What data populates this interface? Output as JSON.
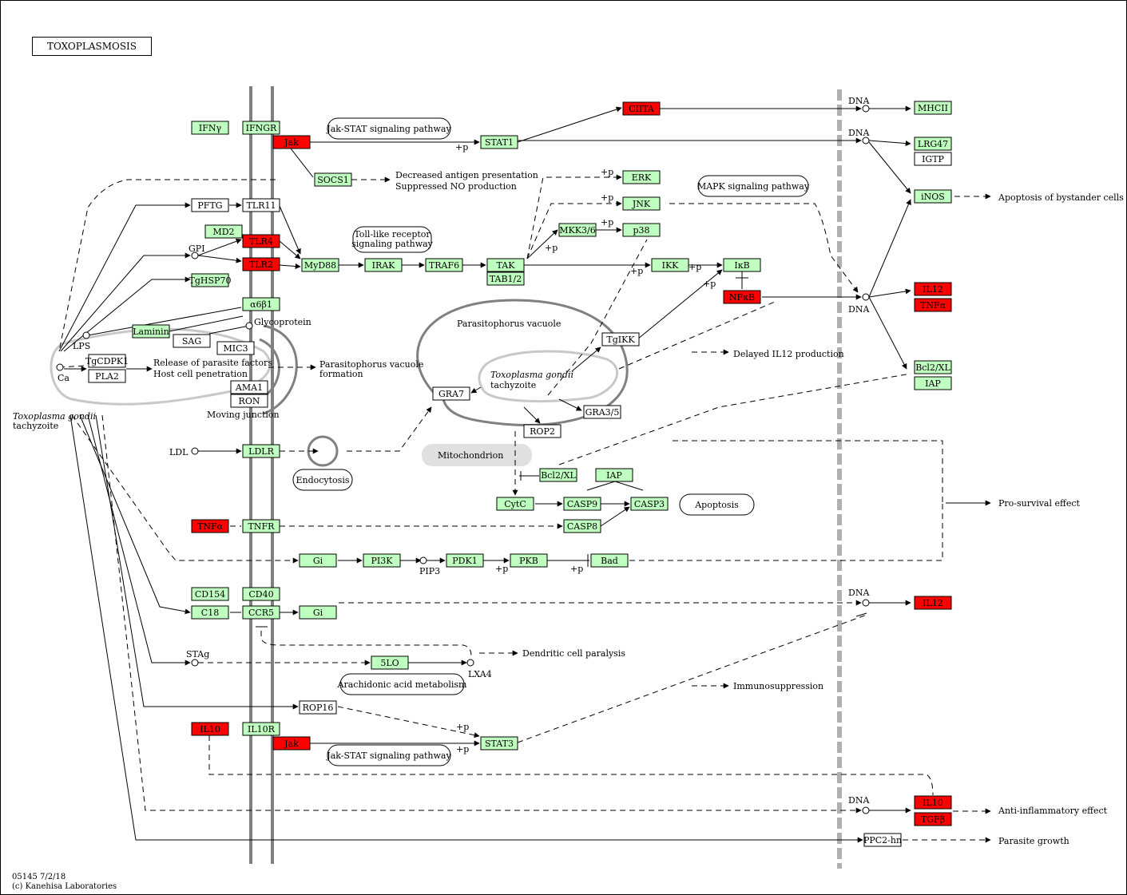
{
  "title": "TOXOPLASMOSIS",
  "footer": {
    "id": "05145 7/2/18",
    "copyright": "(c) Kanehisa Laboratories"
  },
  "colors": {
    "up": "#ff0000",
    "normal": "#bfffbf",
    "none": "#ffffff",
    "line": "#000000",
    "membrane": "#808080"
  },
  "genes": [
    {
      "id": "ifng",
      "label": "IFNγ",
      "state": "normal"
    },
    {
      "id": "ifngr",
      "label": "IFNGR",
      "state": "normal"
    },
    {
      "id": "jak1",
      "label": "Jak",
      "state": "up"
    },
    {
      "id": "stat1",
      "label": "STAT1",
      "state": "normal"
    },
    {
      "id": "ciita",
      "label": "CIITA",
      "state": "up"
    },
    {
      "id": "mhcii",
      "label": "MHCII",
      "state": "normal"
    },
    {
      "id": "lrg47",
      "label": "LRG47",
      "state": "normal"
    },
    {
      "id": "igtp",
      "label": "IGTP",
      "state": "none"
    },
    {
      "id": "inos",
      "label": "iNOS",
      "state": "normal"
    },
    {
      "id": "socs1",
      "label": "SOCS1",
      "state": "normal"
    },
    {
      "id": "pftg",
      "label": "PFTG",
      "state": "none"
    },
    {
      "id": "tlr11",
      "label": "TLR11",
      "state": "none"
    },
    {
      "id": "md2",
      "label": "MD2",
      "state": "normal"
    },
    {
      "id": "tlr4",
      "label": "TLR4",
      "state": "up"
    },
    {
      "id": "tlr2",
      "label": "TLR2",
      "state": "up"
    },
    {
      "id": "tghsp70",
      "label": "TgHSP70",
      "state": "normal"
    },
    {
      "id": "myd88",
      "label": "MyD88",
      "state": "normal"
    },
    {
      "id": "irak",
      "label": "IRAK",
      "state": "normal"
    },
    {
      "id": "traf6",
      "label": "TRAF6",
      "state": "normal"
    },
    {
      "id": "tak",
      "label": "TAK",
      "state": "normal"
    },
    {
      "id": "tab12",
      "label": "TAB1/2",
      "state": "normal"
    },
    {
      "id": "erk",
      "label": "ERK",
      "state": "normal"
    },
    {
      "id": "jnk",
      "label": "JNK",
      "state": "normal"
    },
    {
      "id": "mkk36",
      "label": "MKK3/6",
      "state": "normal"
    },
    {
      "id": "p38",
      "label": "p38",
      "state": "normal"
    },
    {
      "id": "ikk",
      "label": "IKK",
      "state": "normal"
    },
    {
      "id": "ikb",
      "label": "IκB",
      "state": "normal"
    },
    {
      "id": "nfkb",
      "label": "NFκB",
      "state": "up"
    },
    {
      "id": "il12a",
      "label": "IL12",
      "state": "up"
    },
    {
      "id": "tnfa_out",
      "label": "TNFα",
      "state": "up"
    },
    {
      "id": "bcl2xl_r",
      "label": "Bcl2/XL",
      "state": "normal"
    },
    {
      "id": "iap_r",
      "label": "IAP",
      "state": "normal"
    },
    {
      "id": "a6b1",
      "label": "α6β1",
      "state": "normal"
    },
    {
      "id": "laminin",
      "label": "Laminin",
      "state": "normal"
    },
    {
      "id": "sag",
      "label": "SAG",
      "state": "none"
    },
    {
      "id": "mic3",
      "label": "MIC3",
      "state": "none"
    },
    {
      "id": "tgcdpk1",
      "label": "TgCDPK1",
      "state": "none"
    },
    {
      "id": "pla2",
      "label": "PLA2",
      "state": "none"
    },
    {
      "id": "ama1",
      "label": "AMA1",
      "state": "none"
    },
    {
      "id": "ron",
      "label": "RON",
      "state": "none"
    },
    {
      "id": "tgikk",
      "label": "TgIKK",
      "state": "none"
    },
    {
      "id": "gra7",
      "label": "GRA7",
      "state": "none"
    },
    {
      "id": "gra35",
      "label": "GRA3/5",
      "state": "none"
    },
    {
      "id": "rop2",
      "label": "ROP2",
      "state": "none"
    },
    {
      "id": "ldlr",
      "label": "LDLR",
      "state": "normal"
    },
    {
      "id": "bcl2xl_m",
      "label": "Bcl2/XL",
      "state": "normal"
    },
    {
      "id": "iap_m",
      "label": "IAP",
      "state": "normal"
    },
    {
      "id": "cytc",
      "label": "CytC",
      "state": "normal"
    },
    {
      "id": "casp9",
      "label": "CASP9",
      "state": "normal"
    },
    {
      "id": "casp3",
      "label": "CASP3",
      "state": "normal"
    },
    {
      "id": "tnfa_in",
      "label": "TNFα",
      "state": "up"
    },
    {
      "id": "tnfr",
      "label": "TNFR",
      "state": "normal"
    },
    {
      "id": "casp8",
      "label": "CASP8",
      "state": "normal"
    },
    {
      "id": "gi1",
      "label": "Gi",
      "state": "normal"
    },
    {
      "id": "pi3k",
      "label": "PI3K",
      "state": "normal"
    },
    {
      "id": "pdk1",
      "label": "PDK1",
      "state": "normal"
    },
    {
      "id": "pkb",
      "label": "PKB",
      "state": "normal"
    },
    {
      "id": "bad",
      "label": "Bad",
      "state": "normal"
    },
    {
      "id": "cd154",
      "label": "CD154",
      "state": "normal"
    },
    {
      "id": "cd40",
      "label": "CD40",
      "state": "normal"
    },
    {
      "id": "il12b",
      "label": "IL12",
      "state": "up"
    },
    {
      "id": "c18",
      "label": "C18",
      "state": "normal"
    },
    {
      "id": "ccr5",
      "label": "CCR5",
      "state": "normal"
    },
    {
      "id": "gi2",
      "label": "Gi",
      "state": "normal"
    },
    {
      "id": "lo5",
      "label": "5LO",
      "state": "normal"
    },
    {
      "id": "rop16",
      "label": "ROP16",
      "state": "none"
    },
    {
      "id": "il10",
      "label": "IL10",
      "state": "up"
    },
    {
      "id": "il10r",
      "label": "IL10R",
      "state": "normal"
    },
    {
      "id": "jak2",
      "label": "Jak",
      "state": "up"
    },
    {
      "id": "stat3",
      "label": "STAT3",
      "state": "normal"
    },
    {
      "id": "il10out",
      "label": "IL10",
      "state": "up"
    },
    {
      "id": "tgfb",
      "label": "TGFβ",
      "state": "up"
    },
    {
      "id": "ppc2",
      "label": "PPC2-hn",
      "state": "none"
    }
  ],
  "pathway_links": [
    {
      "id": "jakstat1",
      "label": "Jak-STAT signaling pathway"
    },
    {
      "id": "mapk",
      "label": "MAPK signaling pathway"
    },
    {
      "id": "tlr",
      "label": "Toll-like receptor\nsignaling pathway"
    },
    {
      "id": "endocytosis",
      "label": "Endocytosis"
    },
    {
      "id": "apoptosis",
      "label": "Apoptosis"
    },
    {
      "id": "arach",
      "label": "Arachidonic acid  metabolism"
    },
    {
      "id": "jakstat2",
      "label": "Jak-STAT signaling pathway"
    }
  ],
  "labels": [
    {
      "id": "dec_antigen",
      "text": "Decreased antigen presentation"
    },
    {
      "id": "supp_no",
      "text": "Suppressed NO production"
    },
    {
      "id": "apop_bystander",
      "text": "Apoptosis of bystander cells"
    },
    {
      "id": "delayed_il12",
      "text": "Delayed IL12 production"
    },
    {
      "id": "pro_survival",
      "text": "Pro-survival effect"
    },
    {
      "id": "dendritic",
      "text": "Dendritic cell paralysis"
    },
    {
      "id": "immunosupp",
      "text": "Immunosuppression"
    },
    {
      "id": "anti_inflam",
      "text": "Anti-inflammatory effect"
    },
    {
      "id": "parasite_growth",
      "text": "Parasite growth"
    },
    {
      "id": "release1",
      "text": "Release of parasite factors"
    },
    {
      "id": "release2",
      "text": "Host cell penetration"
    },
    {
      "id": "pvf1",
      "text": "Parasitophorus vacuole"
    },
    {
      "id": "pvf2",
      "text": "formation"
    },
    {
      "id": "pv_label",
      "text": "Parasitophorus vacuole"
    },
    {
      "id": "tg_in1",
      "text": "Toxoplasma gondii"
    },
    {
      "id": "tg_in2",
      "text": "tachyzoite"
    },
    {
      "id": "tg_out1",
      "text": "Toxoplasma gondii"
    },
    {
      "id": "tg_out2",
      "text": "tachyzoite"
    },
    {
      "id": "moving",
      "text": "Moving junction"
    },
    {
      "id": "mito",
      "text": "Mitochondrion"
    },
    {
      "id": "gpi",
      "text": "GPI"
    },
    {
      "id": "lps",
      "text": "LPS"
    },
    {
      "id": "glyco",
      "text": "Glycoprotein"
    },
    {
      "id": "ca",
      "text": "Ca"
    },
    {
      "id": "ldl",
      "text": "LDL"
    },
    {
      "id": "pip3",
      "text": "PIP3"
    },
    {
      "id": "stag",
      "text": "STAg"
    },
    {
      "id": "lxa4",
      "text": "LXA4"
    },
    {
      "id": "dna1",
      "text": "DNA"
    },
    {
      "id": "dna2",
      "text": "DNA"
    },
    {
      "id": "dna3",
      "text": "DNA"
    },
    {
      "id": "dna4",
      "text": "DNA"
    },
    {
      "id": "dna5",
      "text": "DNA"
    },
    {
      "id": "p_stat1",
      "text": "+p"
    },
    {
      "id": "p_erk",
      "text": "+p"
    },
    {
      "id": "p_jnk",
      "text": "+p"
    },
    {
      "id": "p_p38",
      "text": "+p"
    },
    {
      "id": "p_mkk",
      "text": "+p"
    },
    {
      "id": "p_ikk",
      "text": "+p"
    },
    {
      "id": "p_ikb1",
      "text": "+p"
    },
    {
      "id": "p_ikb2",
      "text": "+p"
    },
    {
      "id": "p_pkb",
      "text": "+p"
    },
    {
      "id": "p_bad",
      "text": "+p"
    },
    {
      "id": "p_stat3a",
      "text": "+p"
    },
    {
      "id": "p_stat3b",
      "text": "+p"
    }
  ]
}
